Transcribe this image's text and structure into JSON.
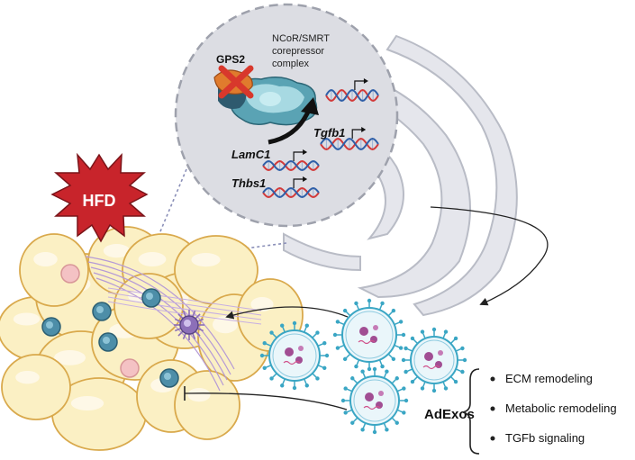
{
  "nucleus": {
    "complex_label_line1": "NCoR/SMRT",
    "complex_label_line2": "corepressor",
    "complex_label_line3": "complex",
    "gps2_label": "GPS2",
    "genes": [
      "Tgfb1",
      "LamC1",
      "Thbs1"
    ]
  },
  "stimulus": {
    "label": "HFD"
  },
  "exosomes": {
    "label": "AdExos"
  },
  "effects": [
    "ECM remodeling",
    "Metabolic remodeling",
    "TGFb signaling"
  ],
  "colors": {
    "nucleus_fill": "#dcdde3",
    "er_fill": "#dcdde6",
    "hfd_fill": "#c8242b",
    "adipocyte_fill": "#fbf0c4",
    "adipocyte_stroke": "#d9a94c",
    "immune_teal": "#4d8ea8",
    "immune_pink": "#f4c2c4",
    "macrophage": "#8c6fb8",
    "exosome_teal": "#3aa6c4",
    "cargo_purple": "#a14e93",
    "gps2_orange": "#e07b2d",
    "x_red": "#d8382c",
    "complex_teal": "#6ab4c4",
    "dna_red": "#d23a3a",
    "dna_blue": "#2f5fa8"
  }
}
